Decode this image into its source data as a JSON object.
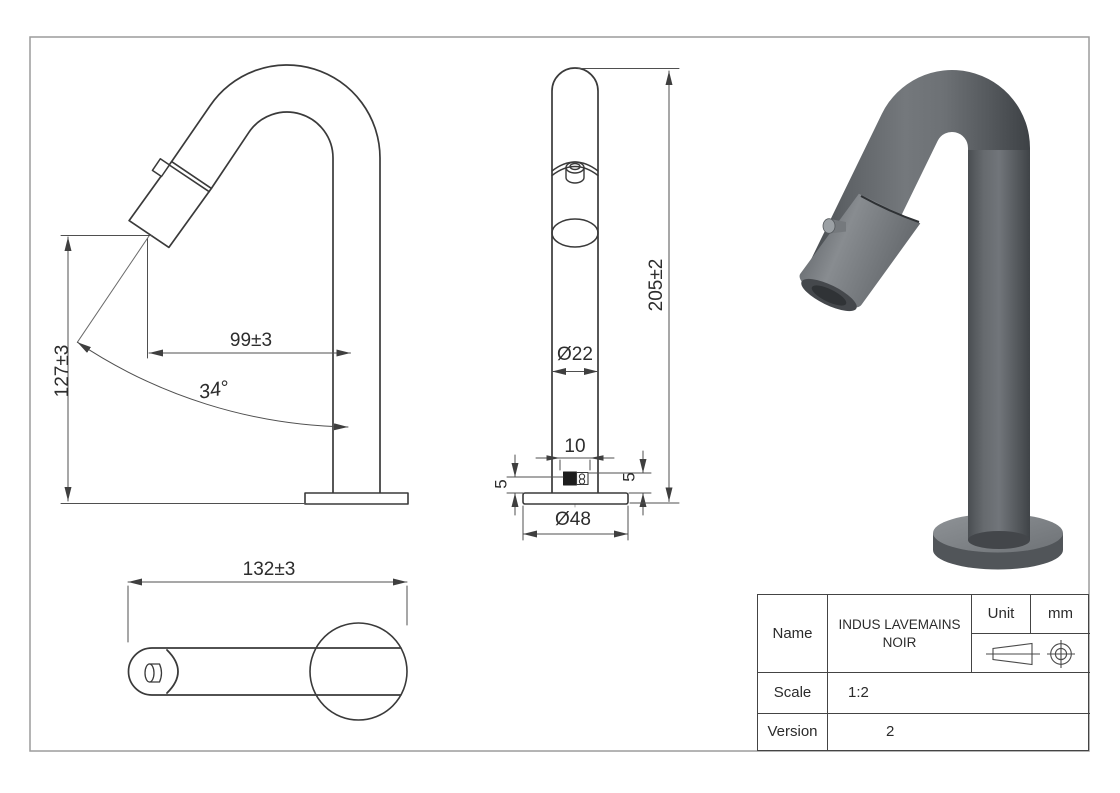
{
  "sheet": {
    "kind": "technical-drawing",
    "border_color": "#9c9c9c",
    "line_color": "#3a3a3a",
    "dim_color": "#4f4f4f",
    "center_line_color": "#b3b3b3",
    "render_colors": {
      "body_dark": "#3f4347",
      "body_mid": "#6b6f73",
      "body_light": "#84888c",
      "base_top": "#8d9195",
      "tip_dark": "#45484c"
    }
  },
  "dimensions": {
    "side_height": "127±3",
    "side_reach": "99±3",
    "side_angle": "34°",
    "front_height": "205±2",
    "front_tube_diameter": "Ø22",
    "front_stud_width": "10",
    "front_left_offset": "5",
    "front_right_offset": "5",
    "front_base_diameter": "Ø48",
    "top_length": "132±3"
  },
  "title_block": {
    "name_label": "Name",
    "name_value": "INDUS LAVEMAINS NOIR",
    "unit_label": "Unit",
    "unit_value": "mm",
    "scale_label": "Scale",
    "scale_value": "1:2",
    "version_label": "Version",
    "version_value": "2",
    "projection_icon": "first-angle-projection"
  }
}
